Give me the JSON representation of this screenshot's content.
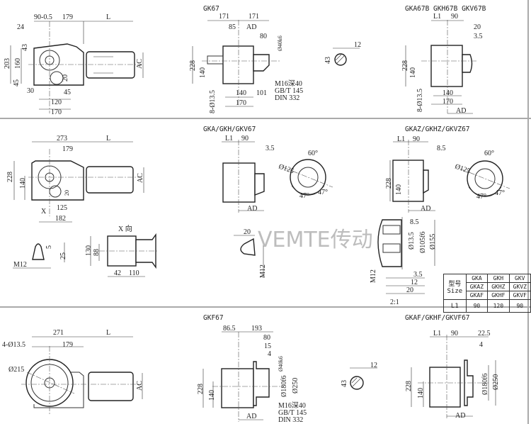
{
  "titles": {
    "gk67": "GK67",
    "gkab": "GKA67B GKH67B GKV67B",
    "gka": "GKA/GKH/GKV67",
    "gkaz": "GKAZ/GKHZ/GKVZ67",
    "gkf": "GKF67",
    "gkaf": "GKAF/GKHF/GKVF67"
  },
  "watermark": "VEMTE传动",
  "top_left": {
    "d90": "90-0.5",
    "d179": "179",
    "L": "L",
    "d24": "24",
    "d43": "43",
    "d203": "203",
    "d160": "160",
    "d45a": "45",
    "d30": "30",
    "d20": "20",
    "d45b": "45",
    "d120": "120",
    "d170": "170",
    "AC": "AC"
  },
  "gk67": {
    "d171a": "171",
    "d171b": "171",
    "d85": "85",
    "AD": "AD",
    "d80": "80",
    "shaft": "Ø40k6",
    "d228": "228",
    "d140": "140",
    "holes": "8-Ø13.5",
    "d140b": "140",
    "d101": "101",
    "d170": "170",
    "note1": "M16深40",
    "note2": "GB/T 145",
    "note3": "DIN 332"
  },
  "key_top": {
    "d12": "12",
    "d43": "43"
  },
  "gkab": {
    "L1": "L1",
    "d90": "90",
    "d20": "20",
    "d35": "3.5",
    "d228": "228",
    "d140": "140",
    "holes": "8-Ø13.5",
    "d140b": "140",
    "d170": "170",
    "AD": "AD"
  },
  "mid_left": {
    "d273": "273",
    "L": "L",
    "d179": "179",
    "d228": "228",
    "d140": "140",
    "AC": "AC",
    "d20": "20",
    "d125": "125",
    "X": "X",
    "d182": "182"
  },
  "xview": {
    "label": "X 向",
    "d130": "130",
    "d88": "88",
    "d42": "42",
    "d110": "110"
  },
  "bolt": {
    "d5": "5",
    "d25": "25",
    "M12": "M12"
  },
  "gka": {
    "L1": "L1",
    "d90": "90",
    "d35": "3.5",
    "AD": "AD",
    "a60": "60°",
    "d125": "Ø125",
    "a47a": "47°",
    "a47b": "47°"
  },
  "weld": {
    "d20": "20",
    "M12": "M12"
  },
  "gkaz": {
    "L1": "L1",
    "d90": "90",
    "d85": "8.5",
    "d228": "228",
    "d140": "140",
    "AD": "AD",
    "a60": "60°",
    "d125": "Ø125",
    "a47a": "47°",
    "a47b": "47°"
  },
  "section": {
    "d85": "8.5",
    "d135": "Ø13.5",
    "d105": "Ø105f6",
    "d155": "Ø155",
    "M12": "M12",
    "d35": "3.5",
    "d12": "12",
    "d20": "20",
    "scale": "2:1"
  },
  "table": {
    "header": "型号 Size",
    "models": [
      [
        "GKA",
        "GKH",
        "GKV"
      ],
      [
        "GKAZ",
        "GKHZ",
        "GKVZ"
      ],
      [
        "GKAF",
        "GKHF",
        "GKVF"
      ]
    ],
    "row_label": "L1",
    "values": [
      "90",
      "120",
      "90"
    ]
  },
  "bot_left": {
    "d271": "271",
    "L": "L",
    "holes": "4-Ø13.5",
    "d179": "179",
    "d215": "Ø215",
    "AC": "AC"
  },
  "gkf": {
    "d865": "86.5",
    "d193": "193",
    "d80": "80",
    "d15": "15",
    "d4": "4",
    "shaft": "Ø40k6",
    "d180": "Ø180f6",
    "d250": "Ø250",
    "d228": "228",
    "d140": "140",
    "AD": "AD",
    "note1": "M16深40",
    "note2": "GB/T 145",
    "note3": "DIN 332"
  },
  "key_bot": {
    "d12": "12",
    "d43": "43"
  },
  "gkaf": {
    "L1": "L1",
    "d90": "90",
    "d225": "22.5",
    "d4": "4",
    "d228": "228",
    "d140": "140",
    "d180": "Ø180f6",
    "d250": "Ø250",
    "AD": "AD"
  }
}
